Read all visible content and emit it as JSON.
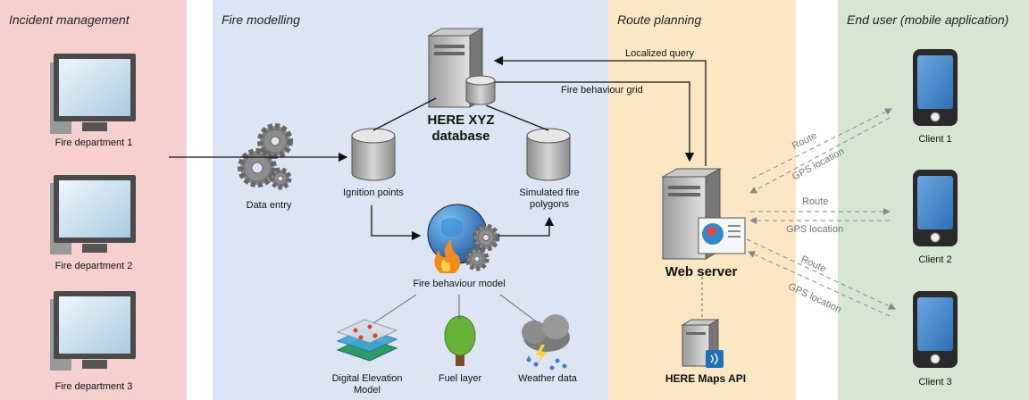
{
  "lanes": {
    "incident": {
      "title": "Incident management",
      "color": "#f6cfcf"
    },
    "fire": {
      "title": "Fire modelling",
      "color": "#dde4f4"
    },
    "route": {
      "title": "Route planning",
      "color": "#fbe7c4"
    },
    "enduser": {
      "title": "End user (mobile application)",
      "color": "#d7e6d3"
    }
  },
  "incident": {
    "dept1": "Fire department 1",
    "dept2": "Fire department 2",
    "dept3": "Fire department 3"
  },
  "fire": {
    "data_entry": "Data entry",
    "ignition": "Ignition points",
    "simulated_l1": "Simulated fire",
    "simulated_l2": "polygons",
    "xyz_l1": "HERE XYZ",
    "xyz_l2": "database",
    "model": "Fire behaviour model",
    "dem_l1": "Digital Elevation",
    "dem_l2": "Model",
    "fuel": "Fuel layer",
    "weather": "Weather data"
  },
  "route": {
    "web_server": "Web server",
    "maps_api": "HERE Maps API",
    "localized_query": "Localized query",
    "fire_grid": "Fire behaviour grid"
  },
  "enduser": {
    "client1": "Client 1",
    "client2": "Client 2",
    "client3": "Client 3",
    "route": "Route",
    "gps": "GPS location"
  }
}
